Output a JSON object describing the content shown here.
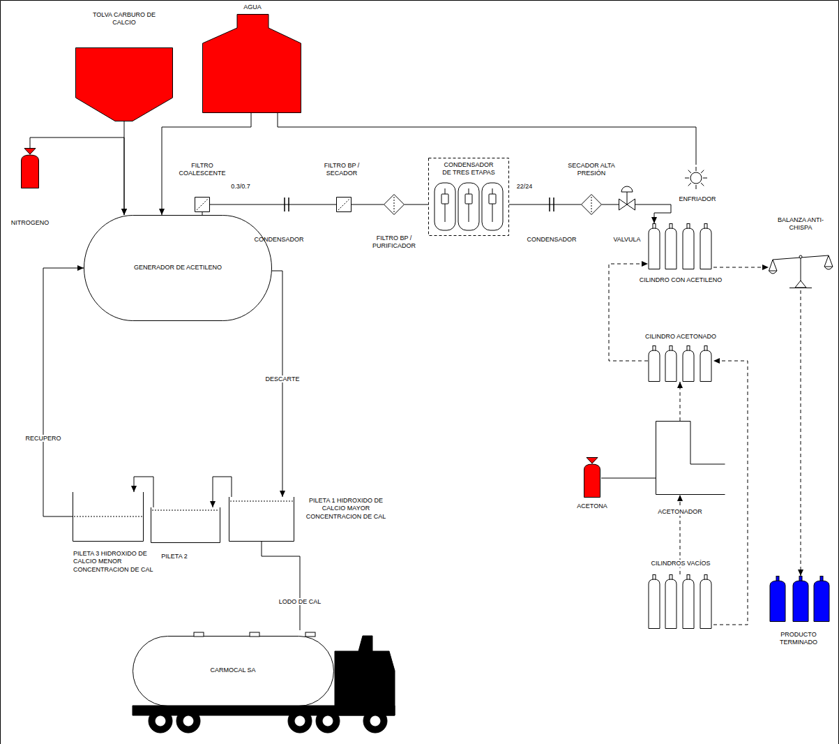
{
  "diagram": {
    "nodes": [
      {
        "text": [
          "TOLVA CARBURO DE CALCIO"
        ]
      },
      {
        "text": [
          "AGUA"
        ]
      },
      {
        "text": [
          "NITROGENO"
        ]
      },
      {
        "text": [
          "FILTRO COALESCENTE"
        ]
      },
      {
        "text": [
          "FILTRO BP / SECADOR"
        ]
      },
      {
        "text": [
          "FILTRO BP / PURIFICADOR"
        ]
      },
      {
        "text": [
          "CONDENSADOR DE TRES ETAPAS"
        ]
      },
      {
        "text": [
          "SECADOR ALTA PRESIÓN"
        ]
      },
      {
        "text": [
          "VALVULA"
        ]
      },
      {
        "text": [
          "ENFRIADOR"
        ]
      },
      {
        "text": [
          "GENERADOR DE ACETILENO"
        ]
      },
      {
        "text": [
          "BALANZA ANTI-CHISPA"
        ]
      },
      {
        "text": [
          "CILINDRO CON ACETILENO"
        ]
      },
      {
        "text": [
          "CILINDRO ACETONADO"
        ]
      },
      {
        "text": [
          "ACETONA"
        ]
      },
      {
        "text": [
          "ACETONADOR"
        ]
      },
      {
        "text": [
          "PILETA 3 HIDROXIDO DE CALCIO MENOR CONCENTRACION DE CAL"
        ]
      },
      {
        "text": [
          "PILETA 2"
        ]
      },
      {
        "text": [
          "PILETA 1 HIDROXIDO DE CALCIO MAYOR CONCENTRACION DE CAL"
        ]
      },
      {
        "text": [
          "CILINDROS VACÍOS"
        ]
      },
      {
        "text": [
          "PRODUCTO TERMINADO"
        ]
      },
      {
        "text": [
          "CARMOCAL SA"
        ]
      }
    ],
    "edges": [
      {
        "from": 0,
        "to": 10,
        "arrow": "to"
      },
      {
        "from": 2,
        "to": 10,
        "arrow": "to"
      },
      {
        "from": 1,
        "to": 10,
        "arrow": "to"
      },
      {
        "from": 1,
        "to": 9,
        "arrow": "none"
      },
      {
        "from": 10,
        "to": 3,
        "arrow": "none"
      },
      {
        "from": 3,
        "to": 4,
        "arrow": "none"
      },
      {
        "from": 4,
        "to": 5,
        "arrow": "none"
      },
      {
        "from": 5,
        "to": 6,
        "arrow": "none"
      },
      {
        "from": 6,
        "to": 7,
        "arrow": "none"
      },
      {
        "from": 7,
        "to": 8,
        "arrow": "none"
      },
      {
        "from": 8,
        "to": 12,
        "arrow": "to"
      },
      {
        "from": 12,
        "to": 11,
        "arrow": "to"
      },
      {
        "from": 11,
        "to": 20,
        "arrow": "to"
      },
      {
        "from": 13,
        "to": 12,
        "arrow": "to"
      },
      {
        "from": 15,
        "to": 13,
        "arrow": "to"
      },
      {
        "from": 14,
        "to": 15,
        "arrow": "none"
      },
      {
        "from": 19,
        "to": 15,
        "arrow": "to"
      },
      {
        "from": 19,
        "to": 13,
        "arrow": "to"
      },
      {
        "from": 10,
        "to": 18,
        "arrow": "to",
        "label": "DESCARTE"
      },
      {
        "from": 18,
        "to": 17,
        "arrow": "to"
      },
      {
        "from": 17,
        "to": 16,
        "arrow": "to"
      },
      {
        "from": 16,
        "to": 10,
        "arrow": "to",
        "label": "RECUPERO"
      },
      {
        "from": 18,
        "to": 21,
        "arrow": "none",
        "label": "LODO DE CAL"
      }
    ],
    "labels": [
      "0.3/0.7",
      "CONDENSADOR",
      "22/24",
      "CONDENSADOR"
    ]
  }
}
